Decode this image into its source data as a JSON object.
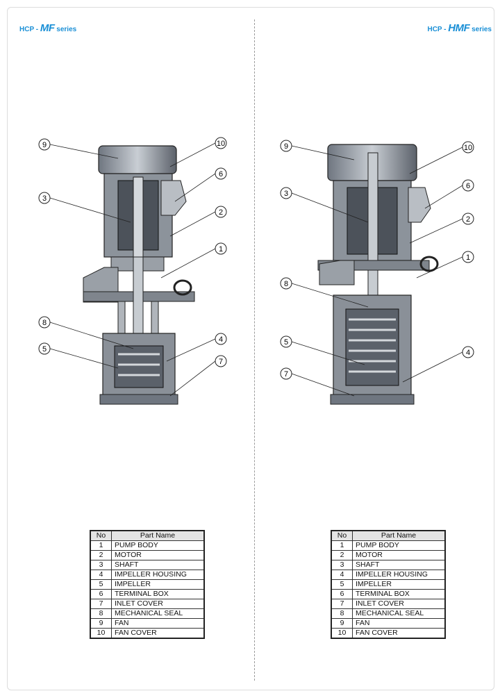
{
  "left": {
    "series": {
      "prefix": "HCP - ",
      "model": "MF",
      "suffix": " series"
    },
    "callouts": [
      "9",
      "10",
      "3",
      "6",
      "2",
      "1",
      "8",
      "4",
      "5",
      "7"
    ],
    "table": {
      "header": {
        "no": "No",
        "name": "Part Name"
      },
      "rows": [
        {
          "no": "1",
          "name": "PUMP BODY"
        },
        {
          "no": "2",
          "name": "MOTOR"
        },
        {
          "no": "3",
          "name": "SHAFT"
        },
        {
          "no": "4",
          "name": "IMPELLER HOUSING"
        },
        {
          "no": "5",
          "name": "IMPELLER"
        },
        {
          "no": "6",
          "name": "TERMINAL BOX"
        },
        {
          "no": "7",
          "name": "INLET COVER"
        },
        {
          "no": "8",
          "name": "MECHANICAL SEAL"
        },
        {
          "no": "9",
          "name": "FAN"
        },
        {
          "no": "10",
          "name": "FAN COVER"
        }
      ]
    }
  },
  "right": {
    "series": {
      "prefix": "HCP - ",
      "model": "HMF",
      "suffix": " series"
    },
    "callouts": [
      "9",
      "10",
      "3",
      "6",
      "2",
      "1",
      "8",
      "5",
      "4",
      "7"
    ],
    "table": {
      "header": {
        "no": "No",
        "name": "Part Name"
      },
      "rows": [
        {
          "no": "1",
          "name": "PUMP BODY"
        },
        {
          "no": "2",
          "name": "MOTOR"
        },
        {
          "no": "3",
          "name": "SHAFT"
        },
        {
          "no": "4",
          "name": "IMPELLER HOUSING"
        },
        {
          "no": "5",
          "name": "IMPELLER"
        },
        {
          "no": "6",
          "name": "TERMINAL BOX"
        },
        {
          "no": "7",
          "name": "INLET COVER"
        },
        {
          "no": "8",
          "name": "MECHANICAL SEAL"
        },
        {
          "no": "9",
          "name": "FAN"
        },
        {
          "no": "10",
          "name": "FAN COVER"
        }
      ]
    }
  }
}
